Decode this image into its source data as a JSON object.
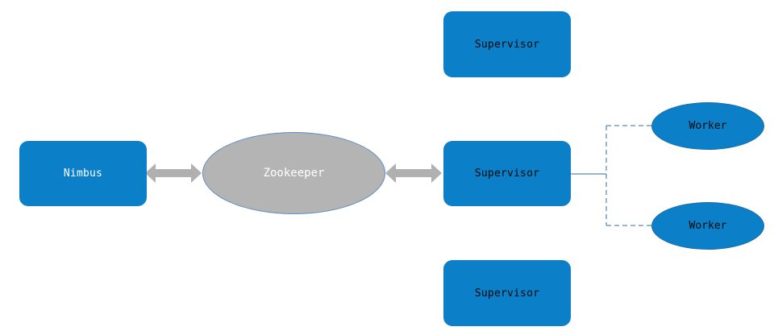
{
  "nodes": {
    "nimbus": "Nimbus",
    "zookeeper": "Zookeeper",
    "supervisor_top": "Supervisor",
    "supervisor_middle": "Supervisor",
    "supervisor_bottom": "Supervisor",
    "worker_top": "Worker",
    "worker_bottom": "Worker"
  },
  "colors": {
    "node_fill": "#0b7fc7",
    "zookeeper_fill": "#b4b4b4",
    "arrow": "#b0b0b0",
    "connector": "#2c6fa8"
  }
}
